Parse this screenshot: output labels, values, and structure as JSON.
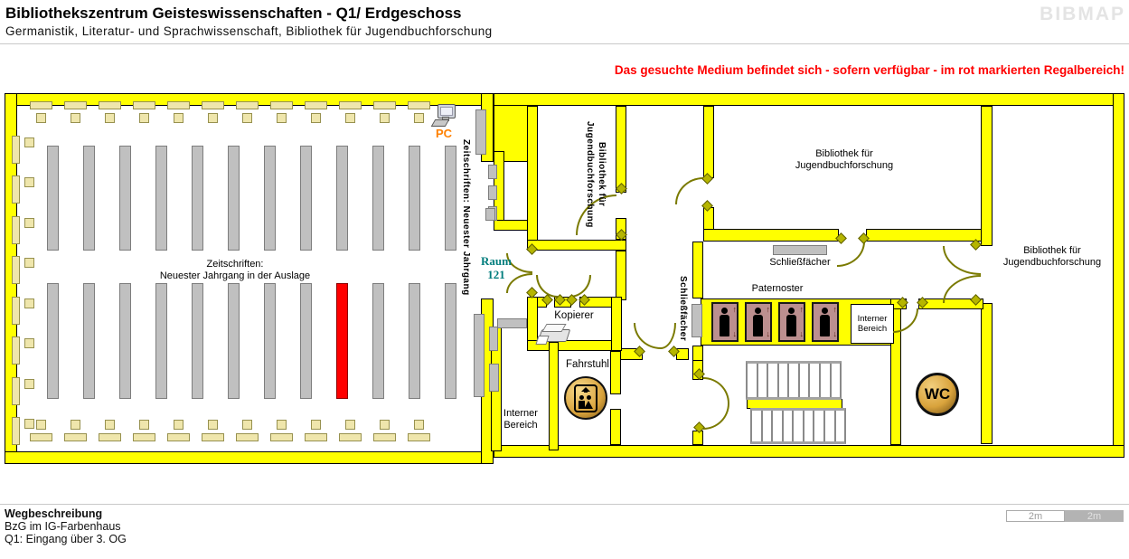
{
  "header": {
    "title": "Bibliothekszentrum Geisteswissenschaften - Q1/ Erdgeschoss",
    "subtitle": "Germanistik, Literatur- und Sprachwissenschaft, Bibliothek für Jugendbuchforschung",
    "logo": "BIBMAP"
  },
  "notice": "Das gesuchte Medium befindet sich - sofern verfügbar -  im rot markierten Regalbereich!",
  "labels": {
    "pc": "PC",
    "wc": "WC",
    "zeitschriften_vertical": "Zeitschriften: Neuester Jahrgang",
    "zeitschriften_line1": "Zeitschriften:",
    "zeitschriften_line2": "Neuester Jahrgang in der Auslage",
    "raum_line1": "Raum",
    "raum_line2": "121",
    "bib_line1": "Bibliothek für",
    "bib_line2": "Jugendbuchforschung",
    "schliessfaecher_h": "Schließfächer",
    "schliessfaecher_v": "Schließfächer",
    "paternoster": "Paternoster",
    "interner_line1": "Interner",
    "interner_line2": "Bereich",
    "kopierer": "Kopierer",
    "fahrstuhl": "Fahrstuhl"
  },
  "footer": {
    "heading": "Wegbeschreibung",
    "line1": "BzG im IG-Farbenhaus",
    "line2": "Q1: Eingang über 3. OG"
  },
  "scalebar": {
    "left": "2m",
    "right": "2m"
  },
  "colors": {
    "wall": "#FFFF00",
    "wall_outline": "#000000",
    "shelf": "#C0C0C0",
    "highlight_shelf": "#FF0000",
    "furniture": "#EFE6AC",
    "door_arc": "#7A7A00",
    "notice_text": "#FF0000",
    "room_number_text": "#007D7D",
    "pc_text": "#FF8000",
    "paternoster_cabin": "#BC8F8F",
    "icon_gold": "#D9A33C",
    "logo_text": "#E4E4E4"
  },
  "gen": {
    "shelf_rows": {
      "count": 12,
      "red_index": 8
    },
    "tables": {
      "count": 12
    },
    "left_fixtures": {
      "count": 8
    },
    "stair_treads": {
      "count": 9
    },
    "paternoster_cabins": {
      "count": 4
    }
  }
}
